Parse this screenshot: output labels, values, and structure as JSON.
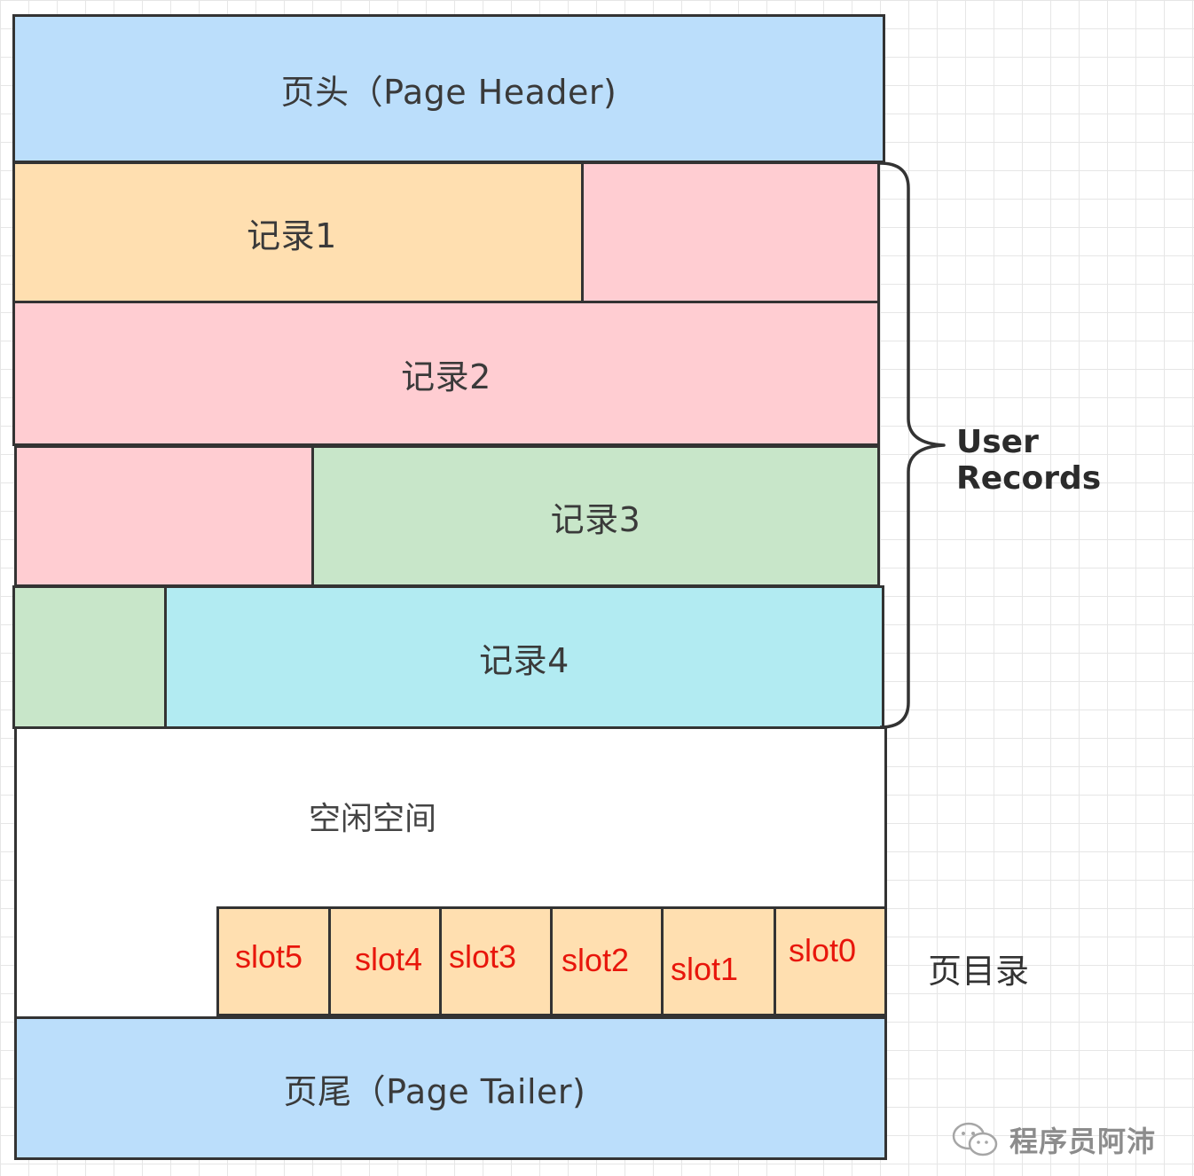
{
  "diagram": {
    "header_label": "页头（Page Header)",
    "records": [
      {
        "label": "记录1",
        "color": "#ffdfb0"
      },
      {
        "label": "记录2",
        "color": "#ffcdd2"
      },
      {
        "label": "记录3",
        "color": "#c8e6c9"
      },
      {
        "label": "记录4",
        "color": "#b2ebf2"
      }
    ],
    "filler_colors": {
      "pink": "#ffcdd2",
      "green": "#c8e6c9",
      "blue": "#bbdefb",
      "orange": "#ffdfb0"
    },
    "free_space_label": "空闲空间",
    "slots": [
      "slot5",
      "slot4",
      "slot3",
      "slot2",
      "slot1",
      "slot0"
    ],
    "slot_text_color": "#e8160b",
    "footer_label": "页尾（Page Tailer)",
    "user_records_label": "User Records",
    "page_directory_label": "页目录"
  },
  "watermark": {
    "icon": "wechat-icon",
    "text": "程序员阿沛"
  }
}
